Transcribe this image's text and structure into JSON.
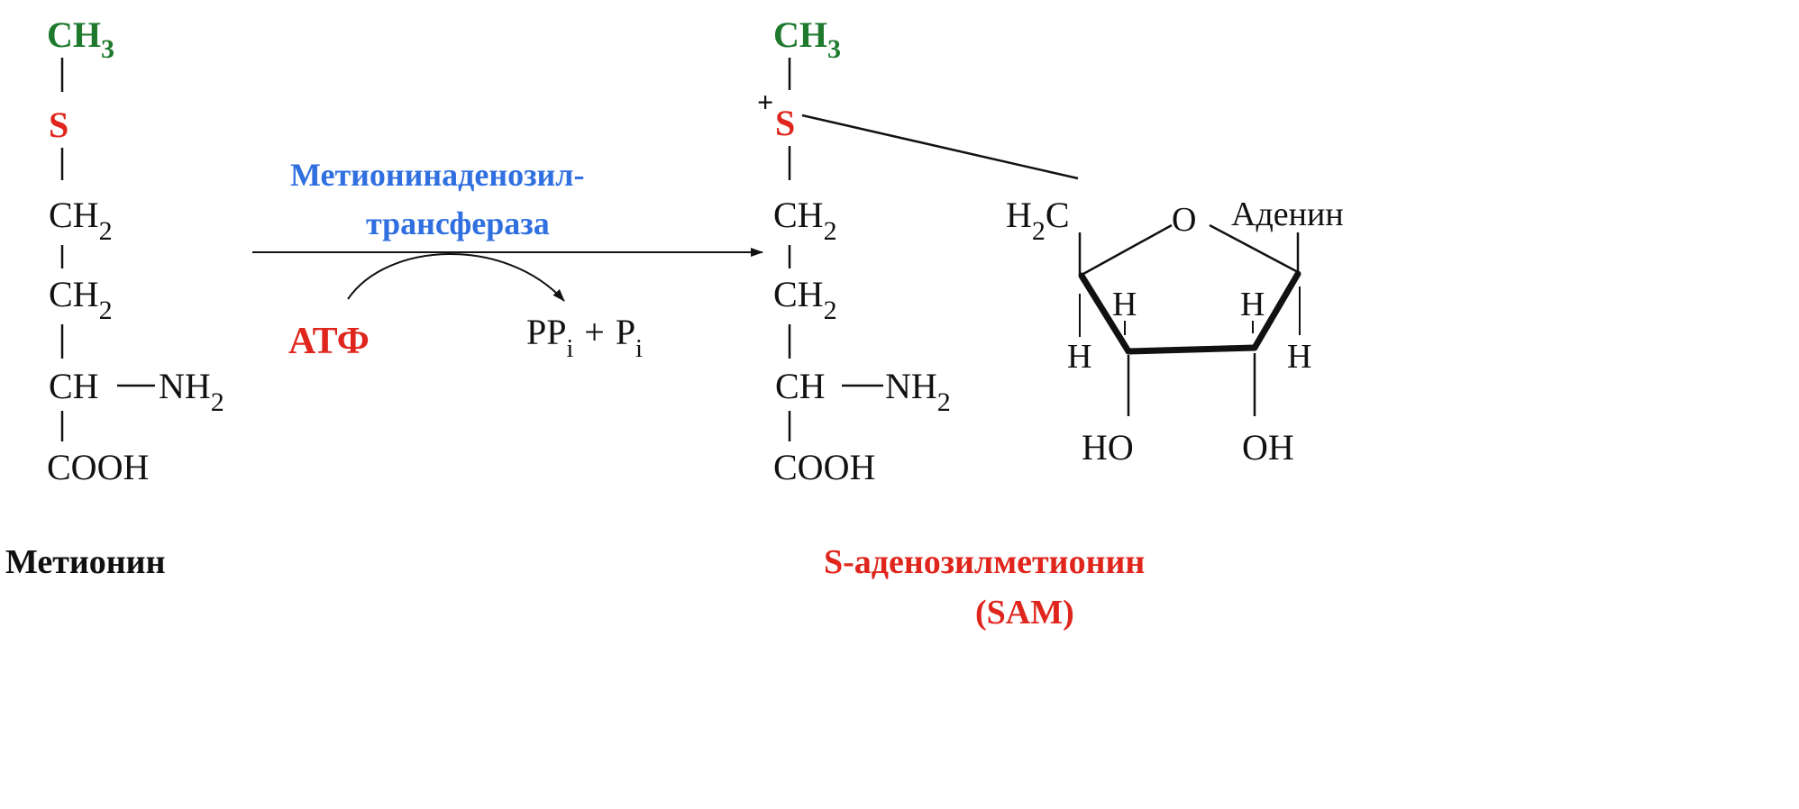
{
  "colors": {
    "green": "#1f7a2e",
    "red": "#e0261c",
    "blue": "#2f6fe0",
    "black": "#111111"
  },
  "methionine": {
    "ch3": "CH",
    "ch3_sub": "3",
    "s": "S",
    "ch2_a": "CH",
    "ch2_a_sub": "2",
    "ch2_b": "CH",
    "ch2_b_sub": "2",
    "ch": "CH",
    "nh2": "NH",
    "nh2_sub": "2",
    "cooh": "COOH",
    "name": "Метионин"
  },
  "reaction": {
    "enzyme_line1": "Метионинаденозил-",
    "enzyme_line2": "трансфераза",
    "atp": "АТФ",
    "pp": "PP",
    "pp_sub": "i",
    "plus": "+",
    "p": "P",
    "p_sub": "i"
  },
  "sam": {
    "ch3": "CH",
    "ch3_sub": "3",
    "charge": "+",
    "s": "S",
    "ch2_a": "CH",
    "ch2_a_sub": "2",
    "ch2_b": "CH",
    "ch2_b_sub": "2",
    "ch": "CH",
    "nh2": "NH",
    "nh2_sub": "2",
    "cooh": "COOH",
    "h2c_h": "H",
    "h2c_sub": "2",
    "h2c_c": "C",
    "ring_o": "O",
    "adenine": "Аденин",
    "h1": "H",
    "h2": "H",
    "h3": "H",
    "h4": "H",
    "ho": "HO",
    "oh": "OH",
    "name_line1": "S-аденозилметионин",
    "name_line2": "(SAM)"
  }
}
